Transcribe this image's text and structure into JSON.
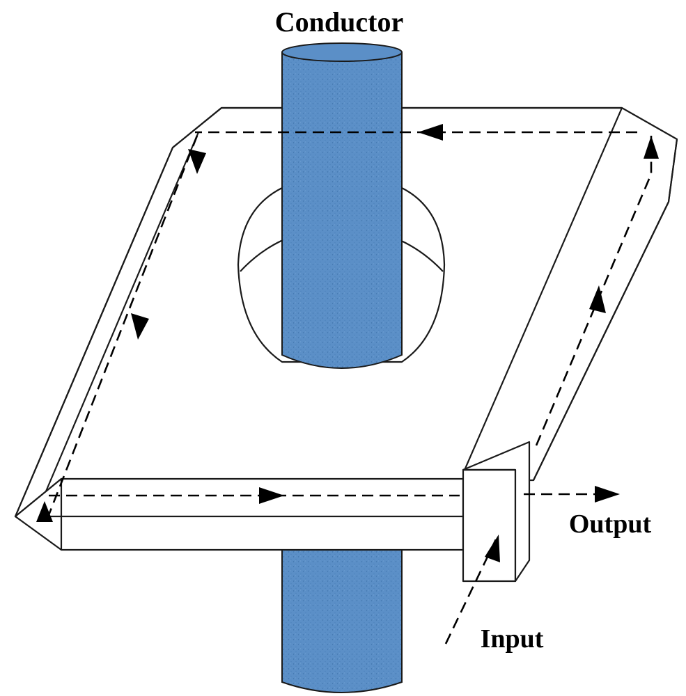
{
  "labels": {
    "conductor": "Conductor",
    "output": "Output",
    "input": "Input"
  },
  "colors": {
    "conductor_fill": "#5b8fc7",
    "conductor_speckle": "#3f73ab",
    "outline": "#1a1a1a",
    "path": "#000000",
    "background": "#ffffff"
  },
  "icons": [
    "arrow-head-icon"
  ]
}
